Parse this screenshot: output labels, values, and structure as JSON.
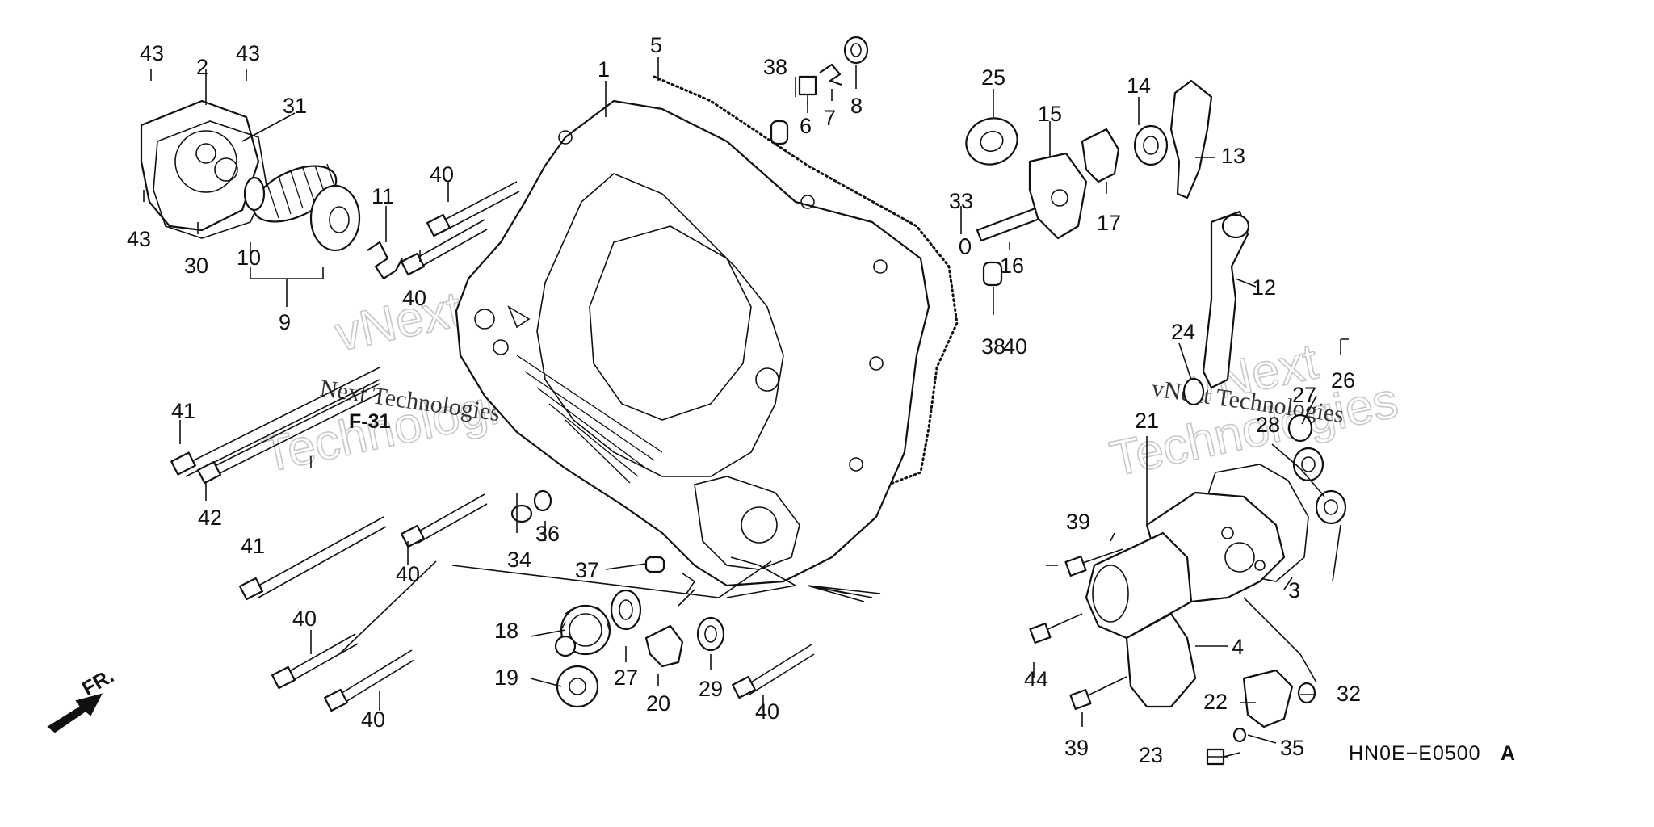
{
  "callouts": [
    "1",
    "2",
    "3",
    "4",
    "5",
    "6",
    "7",
    "8",
    "9",
    "10",
    "11",
    "12",
    "13",
    "14",
    "15",
    "16",
    "17",
    "18",
    "19",
    "20",
    "21",
    "22",
    "23",
    "24",
    "25",
    "26",
    "27",
    "27",
    "28",
    "29",
    "30",
    "31",
    "32",
    "33",
    "34",
    "35",
    "36",
    "37",
    "38",
    "38",
    "39",
    "39",
    "40",
    "40",
    "40",
    "40",
    "40",
    "40",
    "40",
    "41",
    "41",
    "42",
    "43",
    "43",
    "43",
    "44"
  ],
  "section_ref": "F-31",
  "direction_label": "FR.",
  "diagram_code": "HN0E−E0500",
  "diagram_code_suffix": "A",
  "watermark_left_line1": "vNext",
  "watermark_left_line2": "Technologies",
  "watermark_left_small": "Next Technologies",
  "watermark_right_line1": "vNext",
  "watermark_right_line2": "Technologies",
  "watermark_right_small": "vNext Technologies"
}
